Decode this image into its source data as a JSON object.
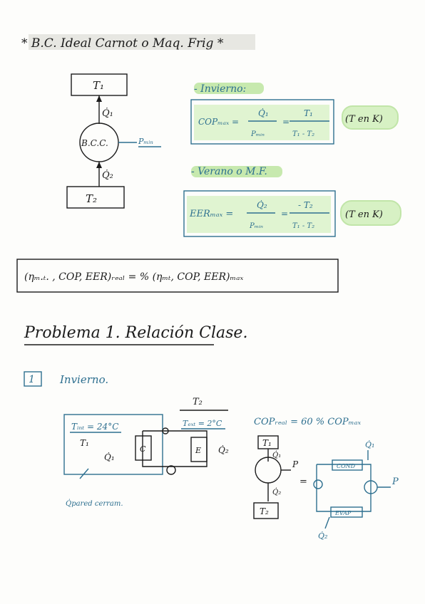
{
  "header": {
    "title": "* B.C. Ideal Carnot o Maq. Frig *"
  },
  "diagram1": {
    "t_top": "T₁",
    "t_bottom": "T₂",
    "q1": "Q̇₁",
    "q2": "Q̇₂",
    "center": "B.C.C.",
    "power": "Pₘᵢₙ"
  },
  "winter": {
    "heading": "- Invierno:",
    "lhs": "COPₘₐₓ =",
    "num1": "Q̇₁",
    "den1": "Pₘᵢₙ",
    "eq": "=",
    "num2": "T₁",
    "den2": "T₁ - T₂",
    "note": "(T en K)"
  },
  "summer": {
    "heading": "- Verano o M.F.",
    "lhs": "EERₘₐₓ =",
    "num1": "Q̇₂",
    "den1": "Pₘᵢₙ",
    "eq": "=",
    "num2": "- T₂",
    "den2": "T₁ - T₂",
    "note": "(T en K)"
  },
  "real_formula": "(ηₘ.ₜ. , COP, EER)ᵣₑₐₗ  =  % (ηₘₜ, COP, EER)ₘₐₓ",
  "problem": {
    "title": "Problema 1. Relación Clase."
  },
  "item1": {
    "number": "1",
    "label": "Invierno."
  },
  "diagram2": {
    "t2_top": "T₂",
    "tint": "Tᵢₙₜ = 24°C",
    "t1": "T₁",
    "q1": "Q̇₁",
    "text": "Tₑₓₜ = 2°C",
    "c": "C",
    "e": "E",
    "q2": "Q̇₂",
    "qpared": "Q̇pared cerram."
  },
  "copreal": "COPᵣₑₐₗ = 60 % COPₘₐₓ",
  "diagram3": {
    "t1": "T₁",
    "q1": "Q̇₁",
    "p": "P",
    "q2": "Q̇₂",
    "t2": "T₂",
    "eq": "=",
    "cond": "COND",
    "evap": "EVAP",
    "q1b": "Q̇₁",
    "pb": "P",
    "q2b": "Q̇₂"
  }
}
